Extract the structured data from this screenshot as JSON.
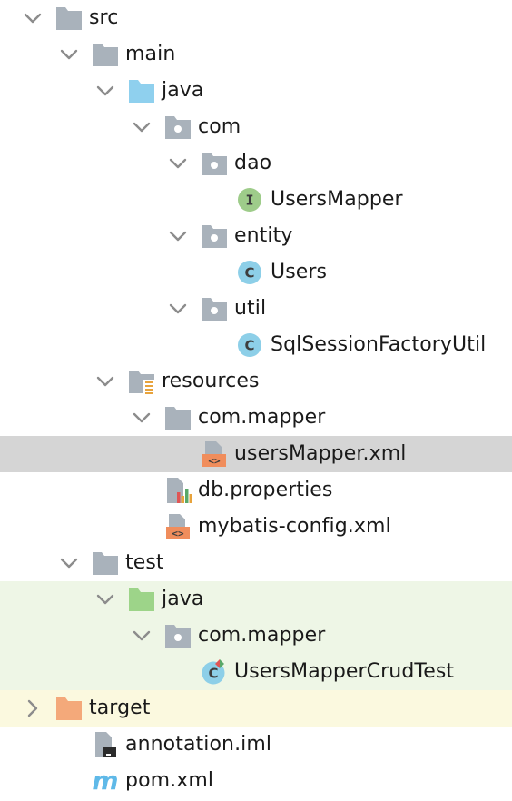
{
  "tree": [
    {
      "id": "src",
      "label": "src",
      "level": 0,
      "expander": "expanded",
      "icon": "folder-icon",
      "bg": ""
    },
    {
      "id": "main",
      "label": "main",
      "level": 1,
      "expander": "expanded",
      "icon": "folder-icon",
      "bg": ""
    },
    {
      "id": "main-java",
      "label": "java",
      "level": 2,
      "expander": "expanded",
      "icon": "source-root-folder-icon",
      "bg": ""
    },
    {
      "id": "com",
      "label": "com",
      "level": 3,
      "expander": "expanded",
      "icon": "package-icon",
      "bg": ""
    },
    {
      "id": "dao",
      "label": "dao",
      "level": 4,
      "expander": "expanded",
      "icon": "package-icon",
      "bg": ""
    },
    {
      "id": "usersmapper",
      "label": "UsersMapper",
      "level": 5,
      "expander": "none",
      "icon": "interface-icon",
      "bg": ""
    },
    {
      "id": "entity",
      "label": "entity",
      "level": 4,
      "expander": "expanded",
      "icon": "package-icon",
      "bg": ""
    },
    {
      "id": "users",
      "label": "Users",
      "level": 5,
      "expander": "none",
      "icon": "class-icon",
      "bg": ""
    },
    {
      "id": "util",
      "label": "util",
      "level": 4,
      "expander": "expanded",
      "icon": "package-icon",
      "bg": ""
    },
    {
      "id": "sqlsessionfactoryutil",
      "label": "SqlSessionFactoryUtil",
      "level": 5,
      "expander": "none",
      "icon": "class-icon",
      "bg": ""
    },
    {
      "id": "resources",
      "label": "resources",
      "level": 2,
      "expander": "expanded",
      "icon": "resources-folder-icon",
      "bg": ""
    },
    {
      "id": "com-mapper",
      "label": "com.mapper",
      "level": 3,
      "expander": "expanded",
      "icon": "folder-icon",
      "bg": ""
    },
    {
      "id": "usersmapper-xml",
      "label": "usersMapper.xml",
      "level": 4,
      "expander": "none",
      "icon": "xml-file-icon",
      "bg": "selected"
    },
    {
      "id": "db-properties",
      "label": "db.properties",
      "level": 3,
      "expander": "none",
      "icon": "properties-file-icon",
      "bg": ""
    },
    {
      "id": "mybatis-config",
      "label": "mybatis-config.xml",
      "level": 3,
      "expander": "none",
      "icon": "xml-file-icon",
      "bg": ""
    },
    {
      "id": "test",
      "label": "test",
      "level": 1,
      "expander": "expanded",
      "icon": "folder-icon",
      "bg": ""
    },
    {
      "id": "test-java",
      "label": "java",
      "level": 2,
      "expander": "expanded",
      "icon": "test-root-folder-icon",
      "bg": "test"
    },
    {
      "id": "test-com-mapper",
      "label": "com.mapper",
      "level": 3,
      "expander": "expanded",
      "icon": "package-icon",
      "bg": "test"
    },
    {
      "id": "crudtest",
      "label": "UsersMapperCrudTest",
      "level": 4,
      "expander": "none",
      "icon": "test-class-icon",
      "bg": "test"
    },
    {
      "id": "target",
      "label": "target",
      "level": 0,
      "expander": "collapsed",
      "icon": "excluded-folder-icon",
      "bg": "excluded"
    },
    {
      "id": "annotation-iml",
      "label": "annotation.iml",
      "level": 1,
      "expander": "none",
      "icon": "iml-file-icon",
      "bg": ""
    },
    {
      "id": "pom-xml",
      "label": "pom.xml",
      "level": 1,
      "expander": "none",
      "icon": "maven-icon",
      "bg": ""
    }
  ],
  "colors": {
    "folder": "#a9b2bb",
    "source_root": "#8fd0ee",
    "test_root": "#9dd489",
    "excluded": "#f4a97a",
    "class": "#8dcfe8",
    "interface": "#9ecc8a",
    "xml": "#f08d5c",
    "selection": "#d5d5d5",
    "test_bg": "#eef6e6",
    "excluded_bg": "#fbf9df"
  },
  "glyphs": {
    "class_letter": "C",
    "interface_letter": "I",
    "maven_letter": "m",
    "xml_brackets": "<>"
  }
}
